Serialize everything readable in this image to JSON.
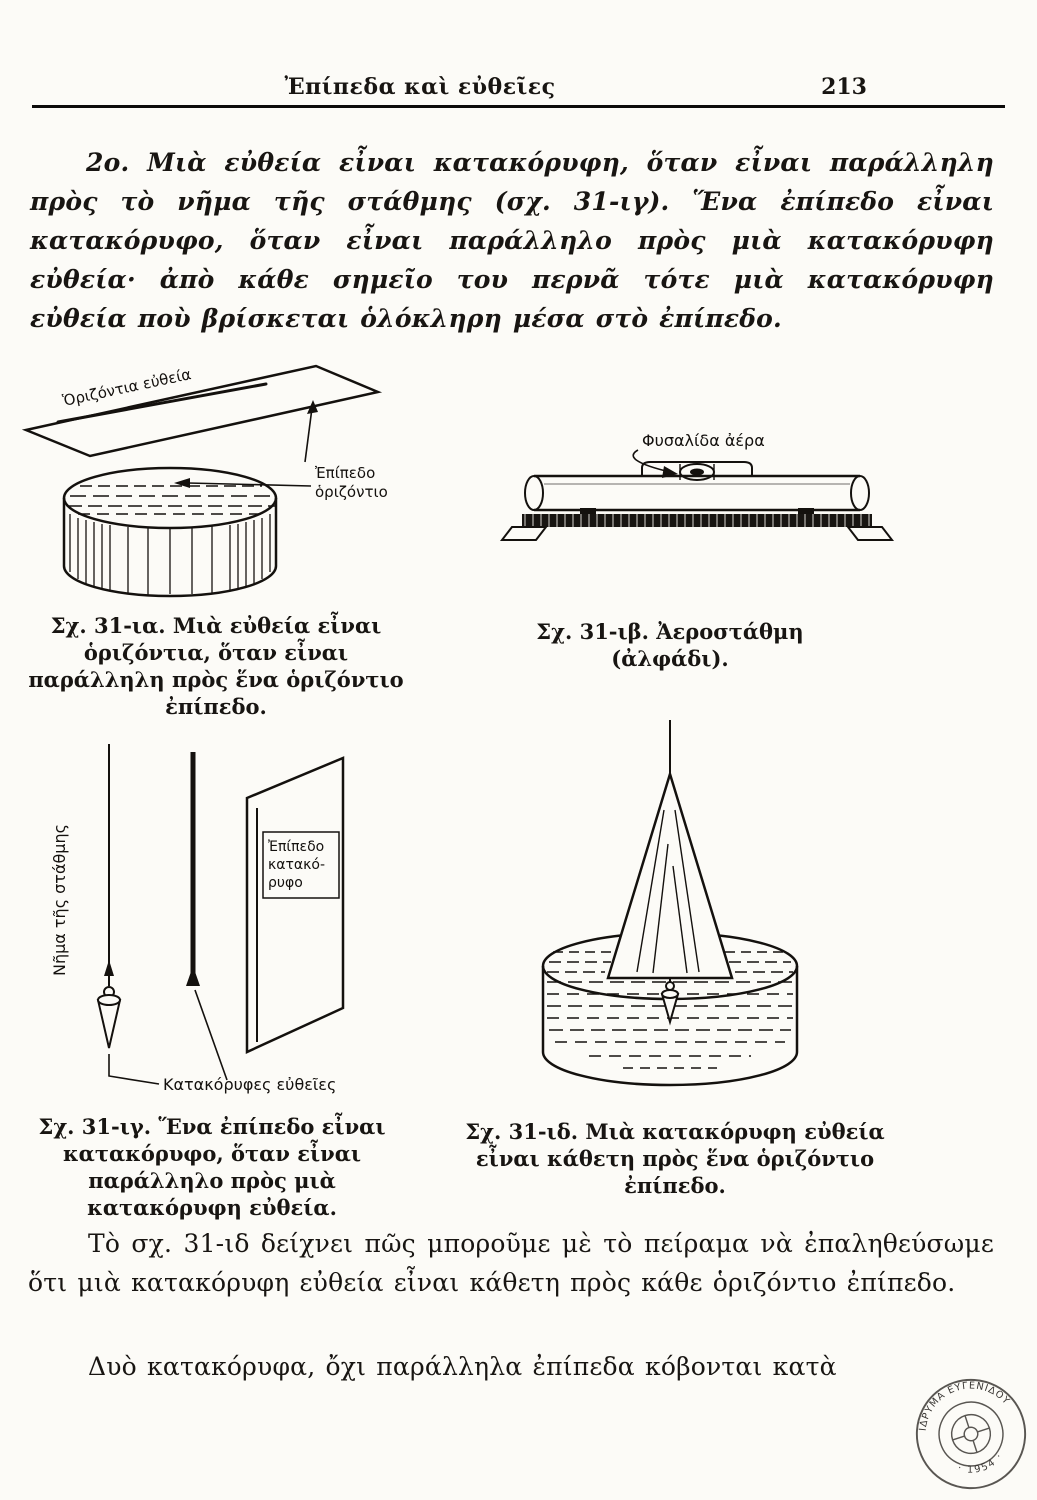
{
  "header": {
    "title": "Ἐπίπεδα καὶ εὐθεῖες",
    "page_number": "213"
  },
  "paragraphs": {
    "p1": "2ο. Μιὰ εὐθεία εἶναι κατακόρυφη, ὅταν εἶναι παράλληλη πρὸς τὸ νῆμα τῆς στάθμης (σχ. 31-ιγ). Ἕνα ἐπίπεδο εἶναι κατακόρυφο, ὅταν εἶναι παράλληλο πρὸς μιὰ κατακόρυφη εὐθεία· ἀπὸ κάθε σημεῖο του περνᾶ τότε μιὰ κατακόρυφη εὐθεία ποὺ βρίσκεται ὁλόκληρη μέσα στὸ ἐπίπεδο.",
    "p2": "Τὸ σχ. 31-ιδ δείχνει πῶς μποροῦμε μὲ τὸ πείραμα νὰ ἐπαληθεύσωμε ὅτι μιὰ κατακόρυφη εὐθεία εἶναι κάθετη πρὸς κάθε ὁριζόντιο ἐπίπεδο.",
    "p3": "Δυὸ κατακόρυφα, ὄχι παράλληλα ἐπίπεδα κόβονται κατὰ"
  },
  "figures": {
    "ia": {
      "label_line": "Ὁριζόντια εὐθεία",
      "label_plane_line1": "Ἐπίπεδο",
      "label_plane_line2": "ὁριζόντιο",
      "caption": "Σχ. 31-ια. Μιὰ εὐθεία εἶναι ὁριζόντια, ὅταν εἶναι παράλληλη πρὸς ἕνα ὁριζόντιο ἐπίπεδο."
    },
    "ib": {
      "label_bubble": "Φυσαλίδα ἀέρα",
      "caption": "Σχ. 31-ιβ. Ἀεροστάθμη (ἀλφάδι)."
    },
    "ig": {
      "label_thread": "Νῆμα τῆς στάθμης",
      "label_plane_line1": "Ἐπίπεδο",
      "label_plane_line2": "κατακό-",
      "label_plane_line3": "ρυφο",
      "label_vertical_lines": "Κατακόρυφες εὐθεῖες",
      "caption": "Σχ. 31-ιγ. Ἕνα ἐπίπεδο εἶναι κατακόρυφο, ὅταν εἶναι παράλληλο πρὸς μιὰ κατακόρυφη εὐθεία."
    },
    "id": {
      "caption": "Σχ. 31-ιδ. Μιὰ κατακόρυφη εὐθεία εἶναι κάθετη πρὸς ἕνα ὁριζόντιο ἐπίπεδο."
    }
  },
  "stamp": {
    "arc_text": "ΙΔΡΥΜΑ ΕΥΓΕΝΙΔΟΥ",
    "year_text": "· 1954 ·"
  }
}
